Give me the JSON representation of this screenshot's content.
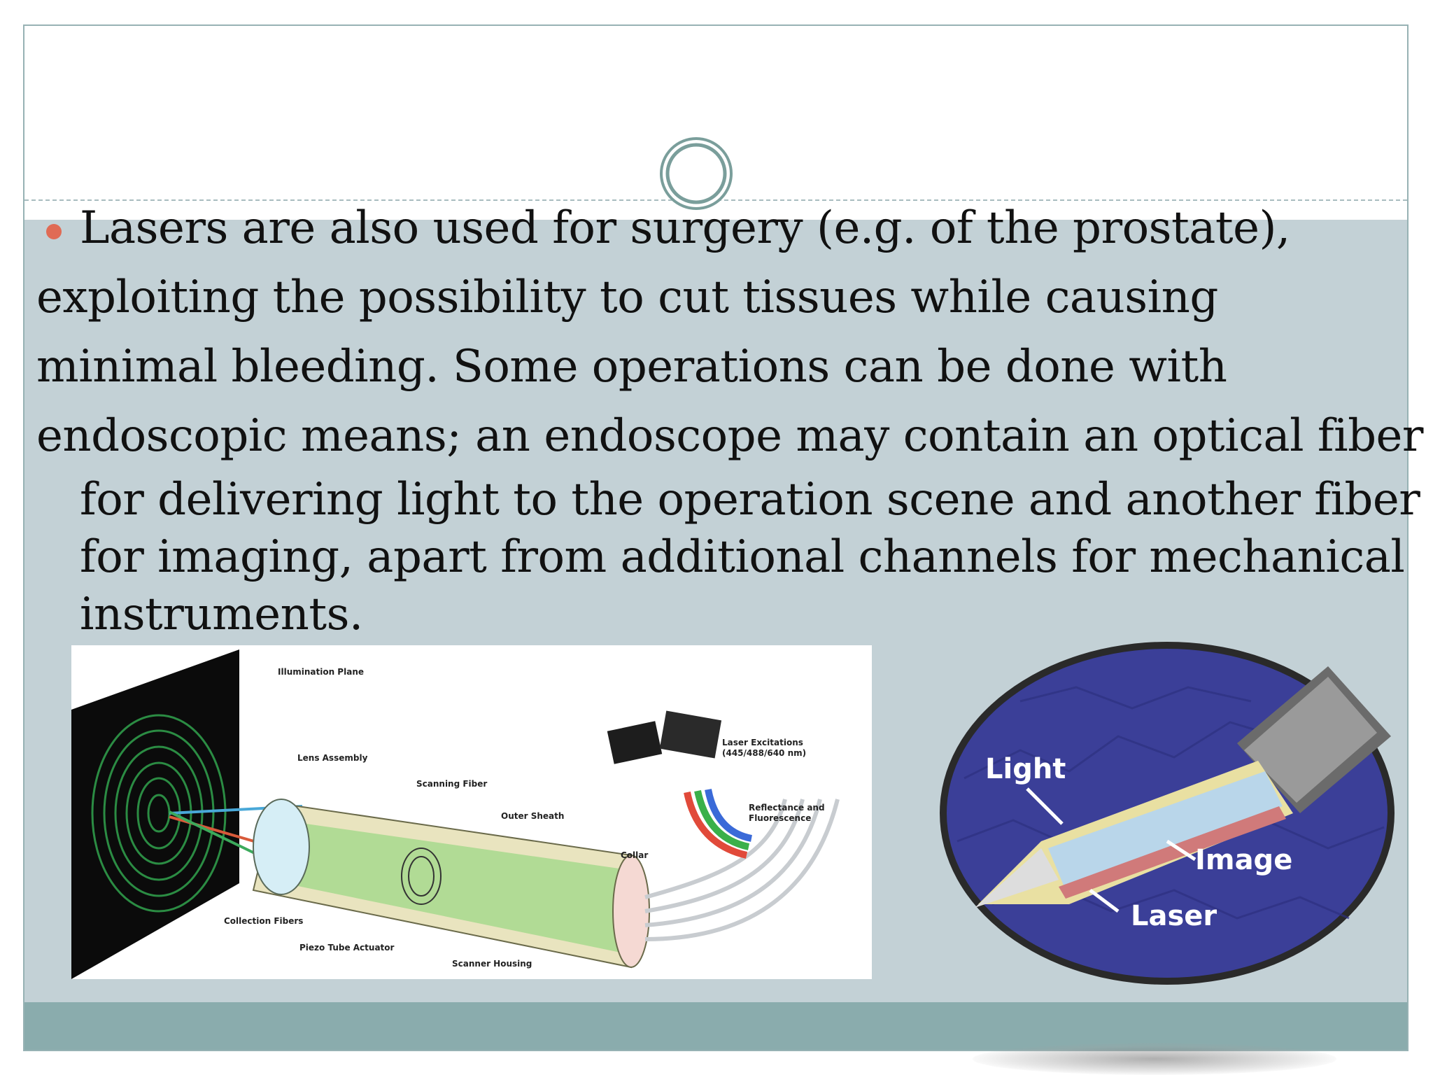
{
  "slide": {
    "bullet_first_line": "Lasers are also used for surgery (e.g. of the prostate),",
    "lines": [
      "exploiting the possibility to cut tissues while causing",
      "minimal bleeding. Some operations can be done with",
      "endoscopic means; an endoscope may contain an optical fiber"
    ],
    "hanging_lines": [
      "for delivering light to the operation scene and another fiber",
      "for imaging, apart from additional channels for mechanical",
      "instruments."
    ]
  },
  "colors": {
    "body_background": "#c3d1d6",
    "footer_band": "#8aacad",
    "bullet": "#e06b55",
    "frame_border": "#97b2b4"
  },
  "diagram": {
    "labels": {
      "illumination_plane": "Illumination Plane",
      "lens_assembly": "Lens Assembly",
      "scanning_fiber": "Scanning Fiber",
      "outer_sheath": "Outer Sheath",
      "laser_excitations": "Laser Excitations",
      "laser_wavelengths": "(445/488/640 nm)",
      "reflectance": "Reflectance and",
      "fluorescence": "Fluorescence",
      "collar": "Collar",
      "collection_fibers": "Collection Fibers",
      "piezo_tube": "Piezo Tube Actuator",
      "scanner_housing": "Scanner Housing"
    }
  },
  "photo": {
    "labels": {
      "light": "Light",
      "image": "Image",
      "laser": "Laser"
    }
  }
}
